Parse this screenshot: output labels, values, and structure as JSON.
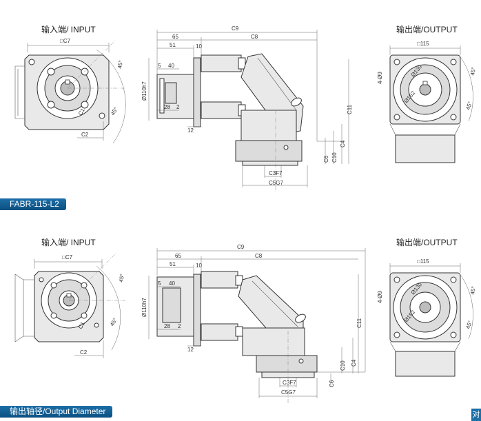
{
  "sections": [
    {
      "input_title": "输入端/ INPUT",
      "output_title": "输出端/OUTPUT",
      "tag": "FABR-115-L2",
      "dims": {
        "c7": "□C7",
        "c9": "C9",
        "c8": "C8",
        "d65": "65",
        "d51": "51",
        "d10": "10",
        "d5": "5",
        "d40": "40",
        "d28": "28",
        "d2": "2",
        "d12": "12",
        "d110": "Ø110h7",
        "c1": "C1",
        "c2": "C2",
        "c3": "C3F7",
        "c5": "C5G7",
        "c6": "C6",
        "c10": "C10",
        "c4": "C4",
        "c11": "C11",
        "a45": "45°",
        "sq115": "□115",
        "holes": "4-Ø9",
        "d130": "Ø130",
        "d152": "Ø152"
      }
    },
    {
      "input_title": "输入端/ INPUT",
      "output_title": "输出端/OUTPUT",
      "tag": "输出轴径/Output Diameter",
      "dims": {
        "c7": "□C7",
        "c9": "C9",
        "c8": "C8",
        "d65": "65",
        "d51": "51",
        "d10": "10",
        "d5": "5",
        "d40": "40",
        "d28": "28",
        "d2": "2",
        "d12": "12",
        "d110": "Ø110h7",
        "c1": "C1",
        "c2": "C2",
        "c3": "C3F7",
        "c5": "C5G7",
        "c6": "C6",
        "c10": "C10",
        "c4": "C4",
        "c11": "C11",
        "a45": "45°",
        "sq115": "□115",
        "holes": "4-Ø9",
        "d130": "Ø130",
        "d152": "Ø152"
      }
    }
  ],
  "corner_tab": "对"
}
